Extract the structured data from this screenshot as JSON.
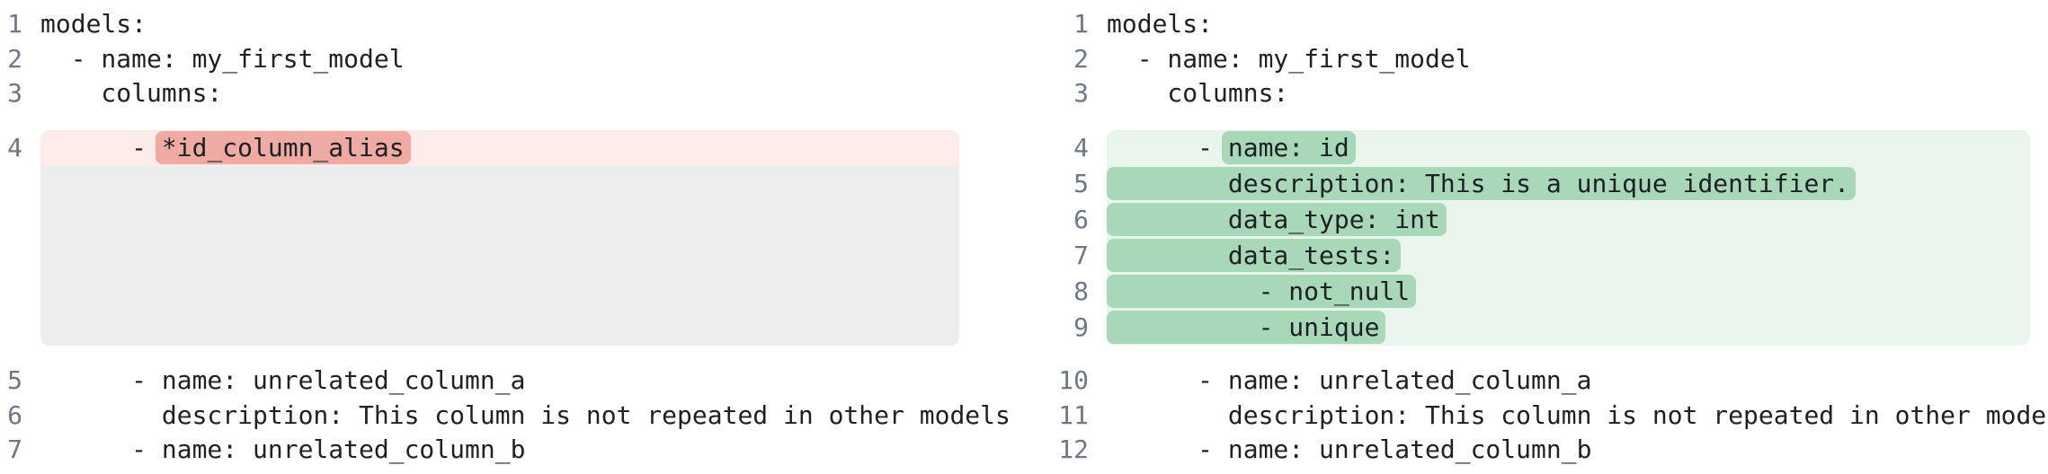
{
  "colors": {
    "text": "#1d2125",
    "line_number": "#6e7787",
    "removed_line_bg": "#fcebe9",
    "removed_token_bg": "#eeaaa3",
    "collapsed_filler_bg": "#ebedee",
    "added_line_bg": "#e8f4ec",
    "added_token_bg": "#a8d8b8",
    "page_bg": "#ffffff"
  },
  "panes": [
    {
      "name": "old-version",
      "lines": [
        {
          "num": "1",
          "type": "context",
          "segs": [
            {
              "t": "models:"
            }
          ]
        },
        {
          "num": "2",
          "type": "context",
          "segs": [
            {
              "t": "  - name: my_first_model"
            }
          ]
        },
        {
          "num": "3",
          "type": "context",
          "segs": [
            {
              "t": "    columns:"
            }
          ]
        },
        {
          "num": "4",
          "type": "removed",
          "segs": [
            {
              "t": "      - "
            },
            {
              "t": "*id_column_alias",
              "hl": true
            }
          ]
        },
        {
          "type": "filler",
          "segs": []
        },
        {
          "num": "5",
          "type": "context",
          "segs": [
            {
              "t": "      - name: unrelated_column_a"
            }
          ]
        },
        {
          "num": "6",
          "type": "context",
          "segs": [
            {
              "t": "        description: This column is not repeated in other models"
            }
          ]
        },
        {
          "num": "7",
          "type": "context",
          "segs": [
            {
              "t": "      - name: unrelated_column_b"
            }
          ]
        }
      ]
    },
    {
      "name": "new-version",
      "lines": [
        {
          "num": "1",
          "type": "context",
          "segs": [
            {
              "t": "models:"
            }
          ]
        },
        {
          "num": "2",
          "type": "context",
          "segs": [
            {
              "t": "  - name: my_first_model"
            }
          ]
        },
        {
          "num": "3",
          "type": "context",
          "segs": [
            {
              "t": "    columns:"
            }
          ]
        },
        {
          "num": "4",
          "type": "added",
          "segs": [
            {
              "t": "      - "
            },
            {
              "t": "name: id",
              "hl": true
            }
          ]
        },
        {
          "num": "5",
          "type": "added",
          "segs": [
            {
              "t": "        description: This is a unique identifier.",
              "hl": true
            }
          ]
        },
        {
          "num": "6",
          "type": "added",
          "segs": [
            {
              "t": "        data_type: int",
              "hl": true
            }
          ]
        },
        {
          "num": "7",
          "type": "added",
          "segs": [
            {
              "t": "        data_tests:",
              "hl": true
            }
          ]
        },
        {
          "num": "8",
          "type": "added",
          "segs": [
            {
              "t": "          - not_null",
              "hl": true
            }
          ]
        },
        {
          "num": "9",
          "type": "added",
          "segs": [
            {
              "t": "          - unique",
              "hl": true
            }
          ]
        },
        {
          "num": "10",
          "type": "context",
          "segs": [
            {
              "t": "      - name: unrelated_column_a"
            }
          ]
        },
        {
          "num": "11",
          "type": "context",
          "segs": [
            {
              "t": "        description: This column is not repeated in other models"
            }
          ]
        },
        {
          "num": "12",
          "type": "context",
          "segs": [
            {
              "t": "      - name: unrelated_column_b"
            }
          ]
        }
      ]
    }
  ]
}
